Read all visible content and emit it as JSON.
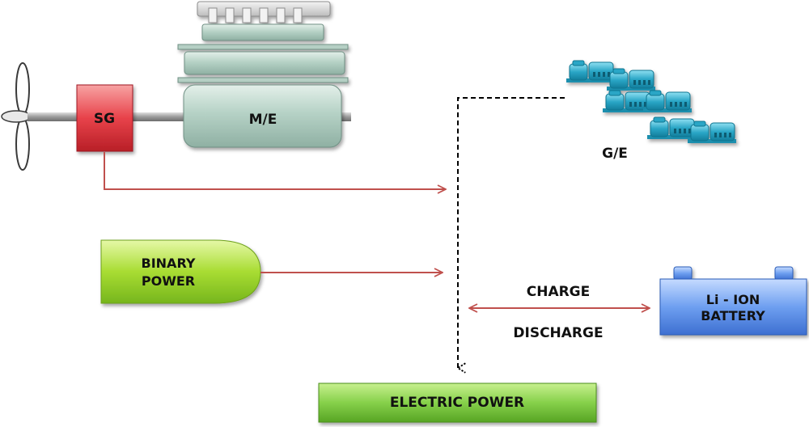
{
  "labels": {
    "sg": "SG",
    "me": "M/E",
    "ge": "G/E",
    "binary_line1": "BINARY",
    "binary_line2": "POWER",
    "battery_line1": "Li - ION",
    "battery_line2": "BATTERY",
    "charge": "CHARGE",
    "discharge": "DISCHARGE",
    "electric_power": "ELECTRIC POWER"
  },
  "colors": {
    "arrow_red": "#c0504d",
    "dashed_line": "#000000",
    "sg_fill": "#e8424a",
    "engine_fill": "#a9c7bb",
    "generator_fill": "#2aa6c6",
    "binary_fill": "#9acd32",
    "battery_fill": "#5b8ee6",
    "electric_fill": "#7ac943"
  },
  "icons": {
    "propeller": "propeller-icon",
    "generator_engines": "generator-engine-icon"
  }
}
